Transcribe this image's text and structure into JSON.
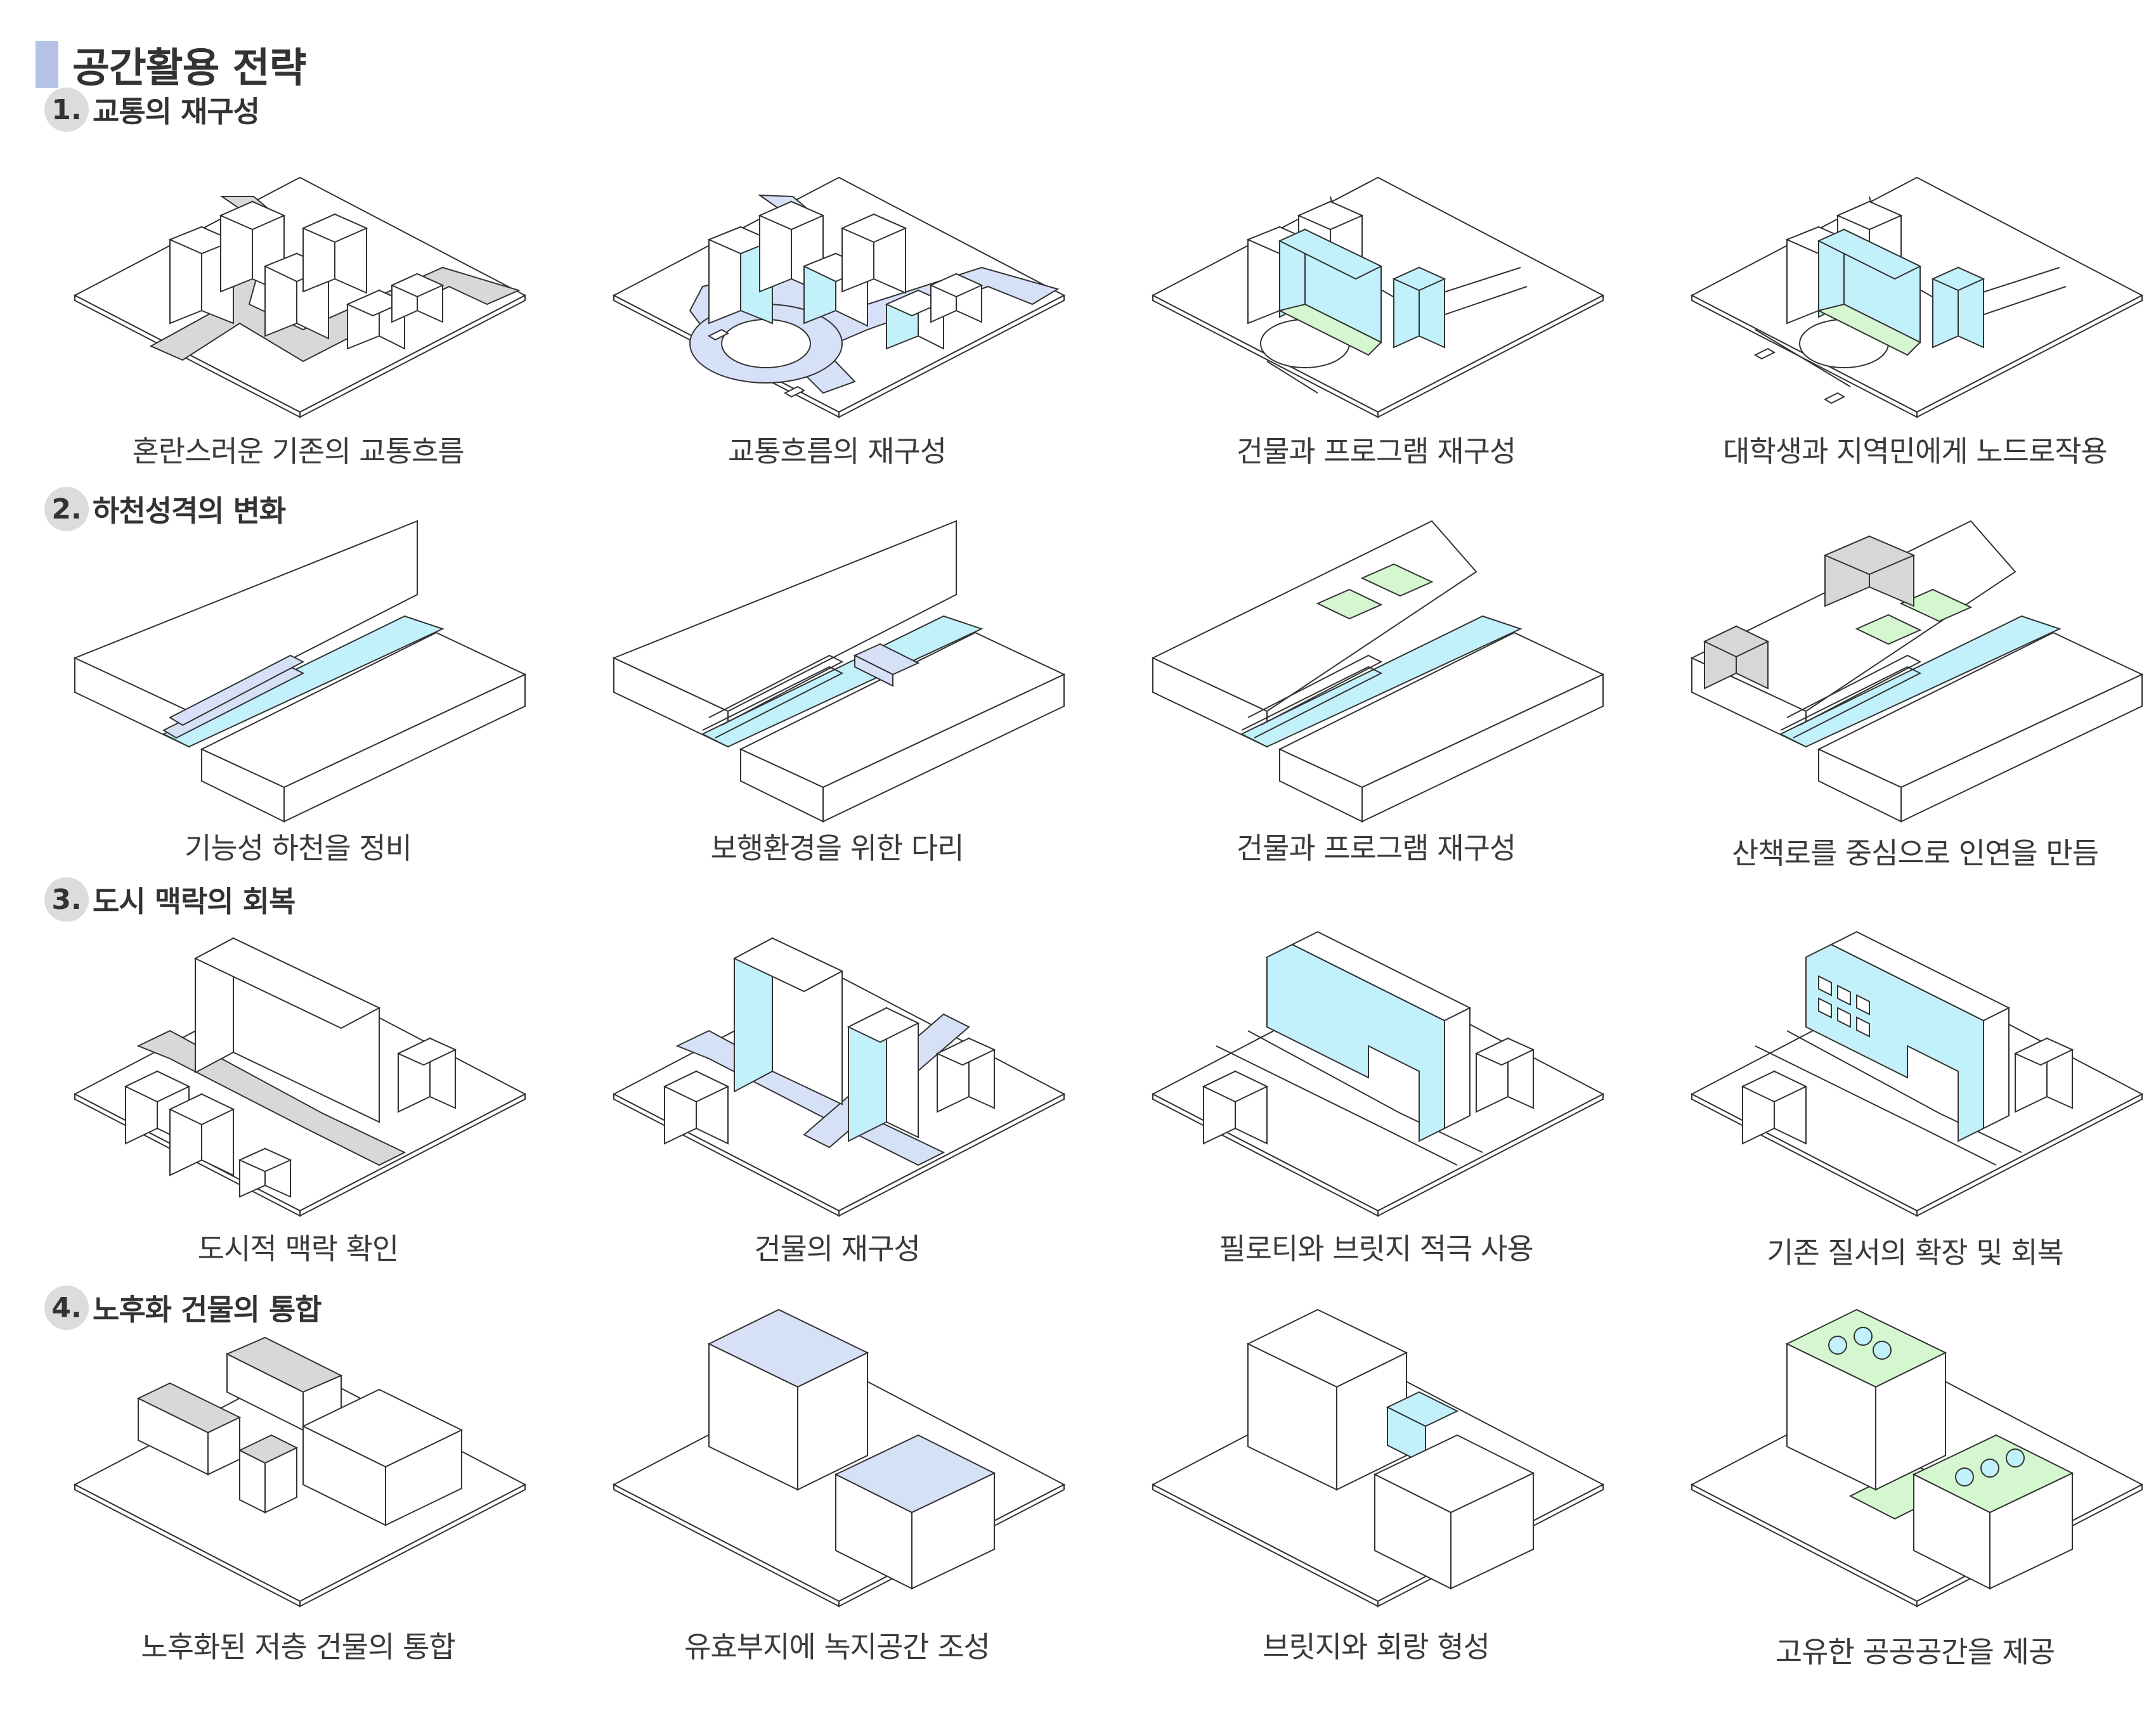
{
  "title": "공간활용 전략",
  "colors": {
    "accent": "#b5c4e6",
    "water": "#c2f1fb",
    "road": "#d6e0f7",
    "green": "#d4f7cf",
    "grey": "#d7d7d7"
  },
  "sections": [
    {
      "num": "1.",
      "label": "교통의 재구성",
      "captions": [
        "혼란스러운 기존의 교통흐름",
        "교통흐름의 재구성",
        "건물과 프로그램 재구성",
        "대학생과 지역민에게 노드로작용"
      ]
    },
    {
      "num": "2.",
      "label": "하천성격의 변화",
      "captions": [
        "기능성 하천을 정비",
        "보행환경을 위한 다리",
        "건물과 프로그램 재구성",
        "산책로를 중심으로 인연을 만듬"
      ]
    },
    {
      "num": "3.",
      "label": "도시 맥락의 회복",
      "captions": [
        "도시적 맥락 확인",
        "건물의 재구성",
        "필로티와 브릿지 적극 사용",
        "기존 질서의 확장 및 회복"
      ]
    },
    {
      "num": "4.",
      "label": "노후화 건물의 통합",
      "captions": [
        "노후화된 저층 건물의 통합",
        "유효부지에 녹지공간 조성",
        "브릿지와 회랑 형성",
        "고유한 공공공간을 제공"
      ]
    }
  ]
}
